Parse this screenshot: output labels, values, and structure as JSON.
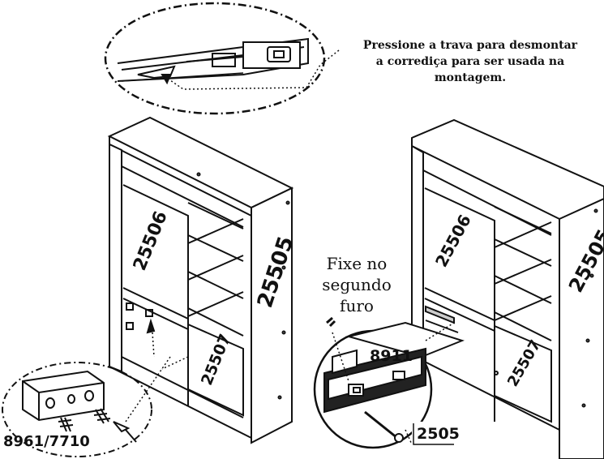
{
  "note": {
    "line1": "Pressione a trava para desmontar",
    "line2": "a corrediça para ser usada na",
    "line3": "montagem."
  },
  "fix_label": {
    "line1": "Fixe no",
    "line2": "segundo",
    "line3": "furo"
  },
  "parts": {
    "left_panel": "25506",
    "right_side": "25505",
    "drawer_panel": "25507",
    "right_left_panel": "25506",
    "right_side_2": "25505",
    "right_drawer_panel": "25507",
    "slide_code": "8911",
    "screw_code": "2505",
    "hardware_code": "8961/7710"
  }
}
